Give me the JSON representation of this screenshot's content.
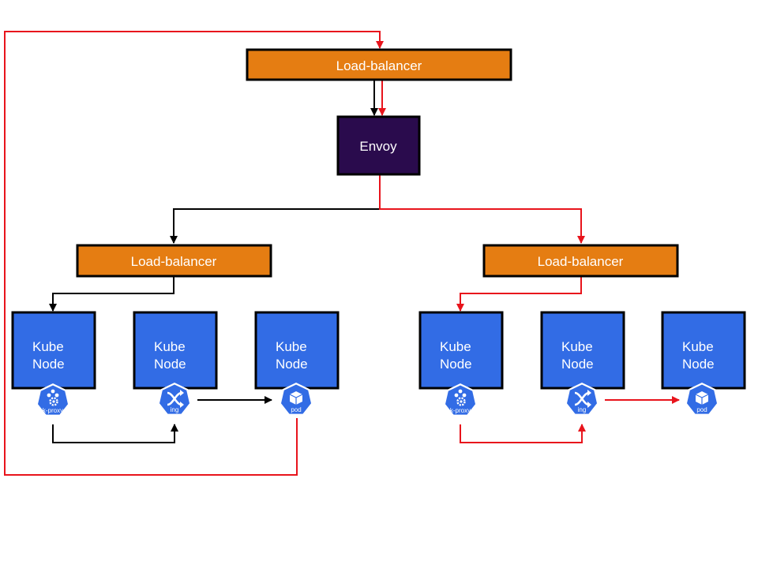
{
  "colors": {
    "load_balancer": "#e57d12",
    "envoy": "#2a0b4d",
    "kube_node": "#326ce5",
    "border": "#000000",
    "path_black": "#000000",
    "path_red": "#e8141c",
    "badge": "#326ce5"
  },
  "top_load_balancer": {
    "label": "Load-balancer"
  },
  "envoy": {
    "label": "Envoy"
  },
  "clusters": [
    {
      "load_balancer": {
        "label": "Load-balancer"
      },
      "nodes": [
        {
          "line1": "Kube",
          "line2": "Node",
          "badge": {
            "icon": "k-proxy-icon",
            "text": "k-proxy"
          }
        },
        {
          "line1": "Kube",
          "line2": "Node",
          "badge": {
            "icon": "ingress-icon",
            "text": "ing"
          }
        },
        {
          "line1": "Kube",
          "line2": "Node",
          "badge": {
            "icon": "pod-icon",
            "text": "pod"
          }
        }
      ]
    },
    {
      "load_balancer": {
        "label": "Load-balancer"
      },
      "nodes": [
        {
          "line1": "Kube",
          "line2": "Node",
          "badge": {
            "icon": "k-proxy-icon",
            "text": "k-proxy"
          }
        },
        {
          "line1": "Kube",
          "line2": "Node",
          "badge": {
            "icon": "ingress-icon",
            "text": "ing"
          }
        },
        {
          "line1": "Kube",
          "line2": "Node",
          "badge": {
            "icon": "pod-icon",
            "text": "pod"
          }
        }
      ]
    }
  ]
}
